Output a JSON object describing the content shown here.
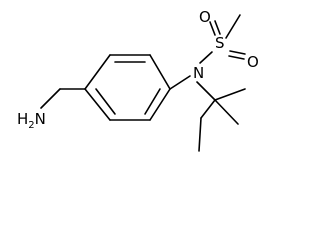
{
  "molecule": {
    "atoms": {
      "amine": {
        "main": "H",
        "sub": "2",
        "tail": "N"
      },
      "nitrogen": "N",
      "sulfur": "S",
      "oxygen_top": "O",
      "oxygen_right": "O"
    }
  }
}
